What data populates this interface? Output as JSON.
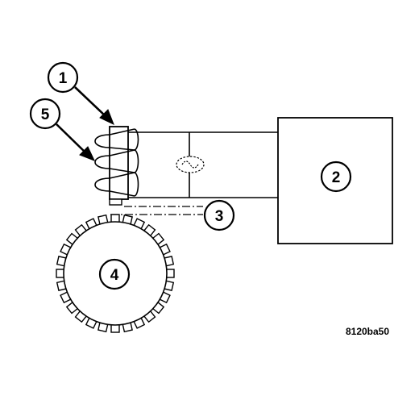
{
  "callouts": {
    "c1": "1",
    "c2": "2",
    "c3": "3",
    "c4": "4",
    "c5": "5"
  },
  "figure_id": "8120ba50",
  "parts": {
    "sensor": "sensor",
    "signal_wave_icon": "ac-sine-wave-icon",
    "control_module": "control-module",
    "tone_wheel": "tone-wheel",
    "coil": "coil"
  },
  "colors": {
    "line": "#000000",
    "background": "#ffffff"
  }
}
